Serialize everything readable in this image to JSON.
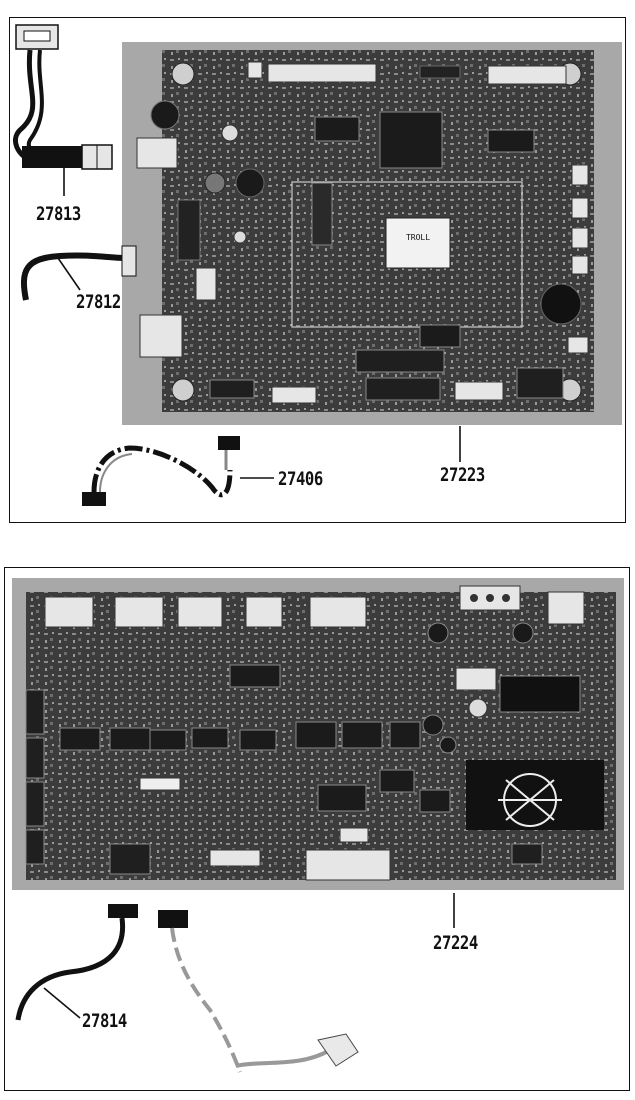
{
  "figure": {
    "top_panel": {
      "callouts": {
        "c27813": "27813",
        "c27812": "27812",
        "c27406": "27406",
        "c27223": "27223"
      },
      "chip_label": "TROLL"
    },
    "bottom_panel": {
      "callouts": {
        "c27224": "27224",
        "c27814": "27814"
      }
    }
  },
  "colors": {
    "board_backdrop": "#a8a8a8",
    "board": "#3c3c3c",
    "connector": "#e6e6e6",
    "cable": "#111111"
  }
}
